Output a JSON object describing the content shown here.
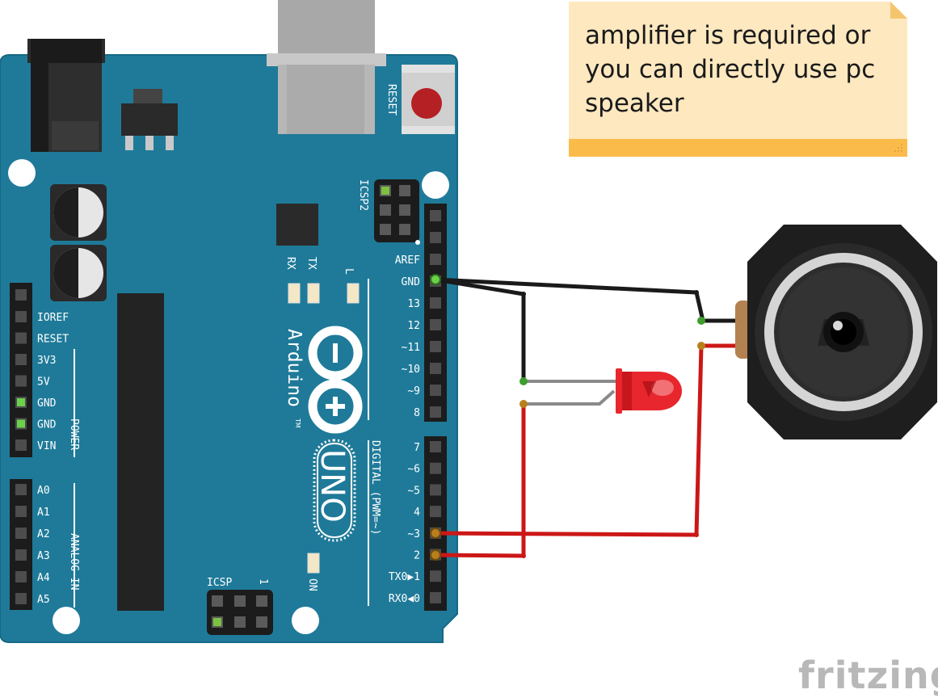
{
  "board": {
    "name": "Arduino UNO",
    "reset_label": "RESET",
    "icsp2_label": "ICSP2",
    "icsp_label": "ICSP",
    "icsp_pin1": "1",
    "rx_label": "RX",
    "tx_label": "TX",
    "l_label": "L",
    "on_label": "ON",
    "brand": "Arduino",
    "tm": "TM",
    "model": "UNO",
    "digital_group_label": "DIGITAL (PWM=~)",
    "power_group_label": "POWER",
    "analog_group_label": "ANALOG IN",
    "top_header_pins": [
      "AREF",
      "GND",
      "13",
      "12",
      "~11",
      "~10",
      "~9",
      "8"
    ],
    "bottom_header_pins": [
      "7",
      "~6",
      "~5",
      "4",
      "~3",
      "2",
      "TX0▶1",
      "RX0◀0"
    ],
    "power_pins": [
      "IOREF",
      "RESET",
      "3V3",
      "5V",
      "GND",
      "GND",
      "VIN"
    ],
    "analog_pins": [
      "A0",
      "A1",
      "A2",
      "A3",
      "A4",
      "A5"
    ]
  },
  "note": {
    "lines": [
      "amplifier is required or",
      "you can directly use pc",
      "speaker"
    ]
  },
  "components": {
    "led_color": "#e8262d",
    "speaker": "speaker"
  },
  "colors": {
    "board": "#1f7a99",
    "board_edge": "#135c76",
    "note_bg": "#fde8bf",
    "note_bar": "#fbbb4a",
    "wire_red": "#cc1717",
    "wire_black": "#1a1a1a",
    "wire_grey": "#8a8a8a"
  },
  "watermark": "fritzing"
}
